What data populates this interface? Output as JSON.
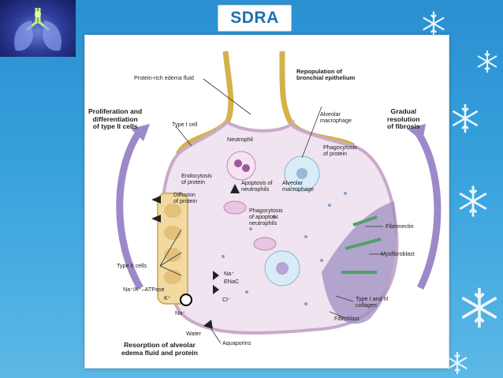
{
  "slide": {
    "title": "SDRA",
    "background_color": "#35a0dc",
    "title_color": "#1f6fb0"
  },
  "corner_image": {
    "icon": "lungs-icon"
  },
  "diagram": {
    "side_labels": {
      "left": [
        "Proliferation and",
        "differentiation",
        "of type II cells"
      ],
      "right": [
        "Gradual",
        "resolution",
        "of fibrosis"
      ],
      "bottom": [
        "Resorption of alveolar",
        "edema fluid and protein"
      ],
      "top_right": [
        "Repopulation of",
        "bronchial epithelium"
      ]
    },
    "labels": {
      "protein_rich_edema": "Protein-rich edema fluid",
      "type1_cell": "Type I cell",
      "neutrophil": "Neutrophil",
      "alveolar_macrophage_top": [
        "Alveolar",
        "macrophage"
      ],
      "phago_protein": [
        "Phagocytosis",
        "of protein"
      ],
      "endocytosis": [
        "Endocytosis",
        "of protein"
      ],
      "apoptosis": [
        "Apoptosis of",
        "neutrophils"
      ],
      "alveolar_macrophage_mid": [
        "Alveolar",
        "macrophage"
      ],
      "diffusion": [
        "Diffusion",
        "of protein"
      ],
      "phago_neutro": [
        "Phagocytosis",
        "of apoptotic",
        "neutrophils"
      ],
      "fibronectin": "Fibronectin",
      "myofibroblast": "Myofibroblast",
      "type2_cells": "Type II cells",
      "na_plus": "Na⁺",
      "enac": "ENaC",
      "na_k_atpase": "Na⁺/K⁺–ATPase",
      "k_plus": "K⁺",
      "cl_minus": "Cl⁻",
      "na_plus_low": "Na⁺",
      "collagen": [
        "Type I and III",
        "collagen"
      ],
      "fibroblast": "Fibroblast",
      "water": "Water",
      "aquaporins": "Aquaporins"
    }
  }
}
